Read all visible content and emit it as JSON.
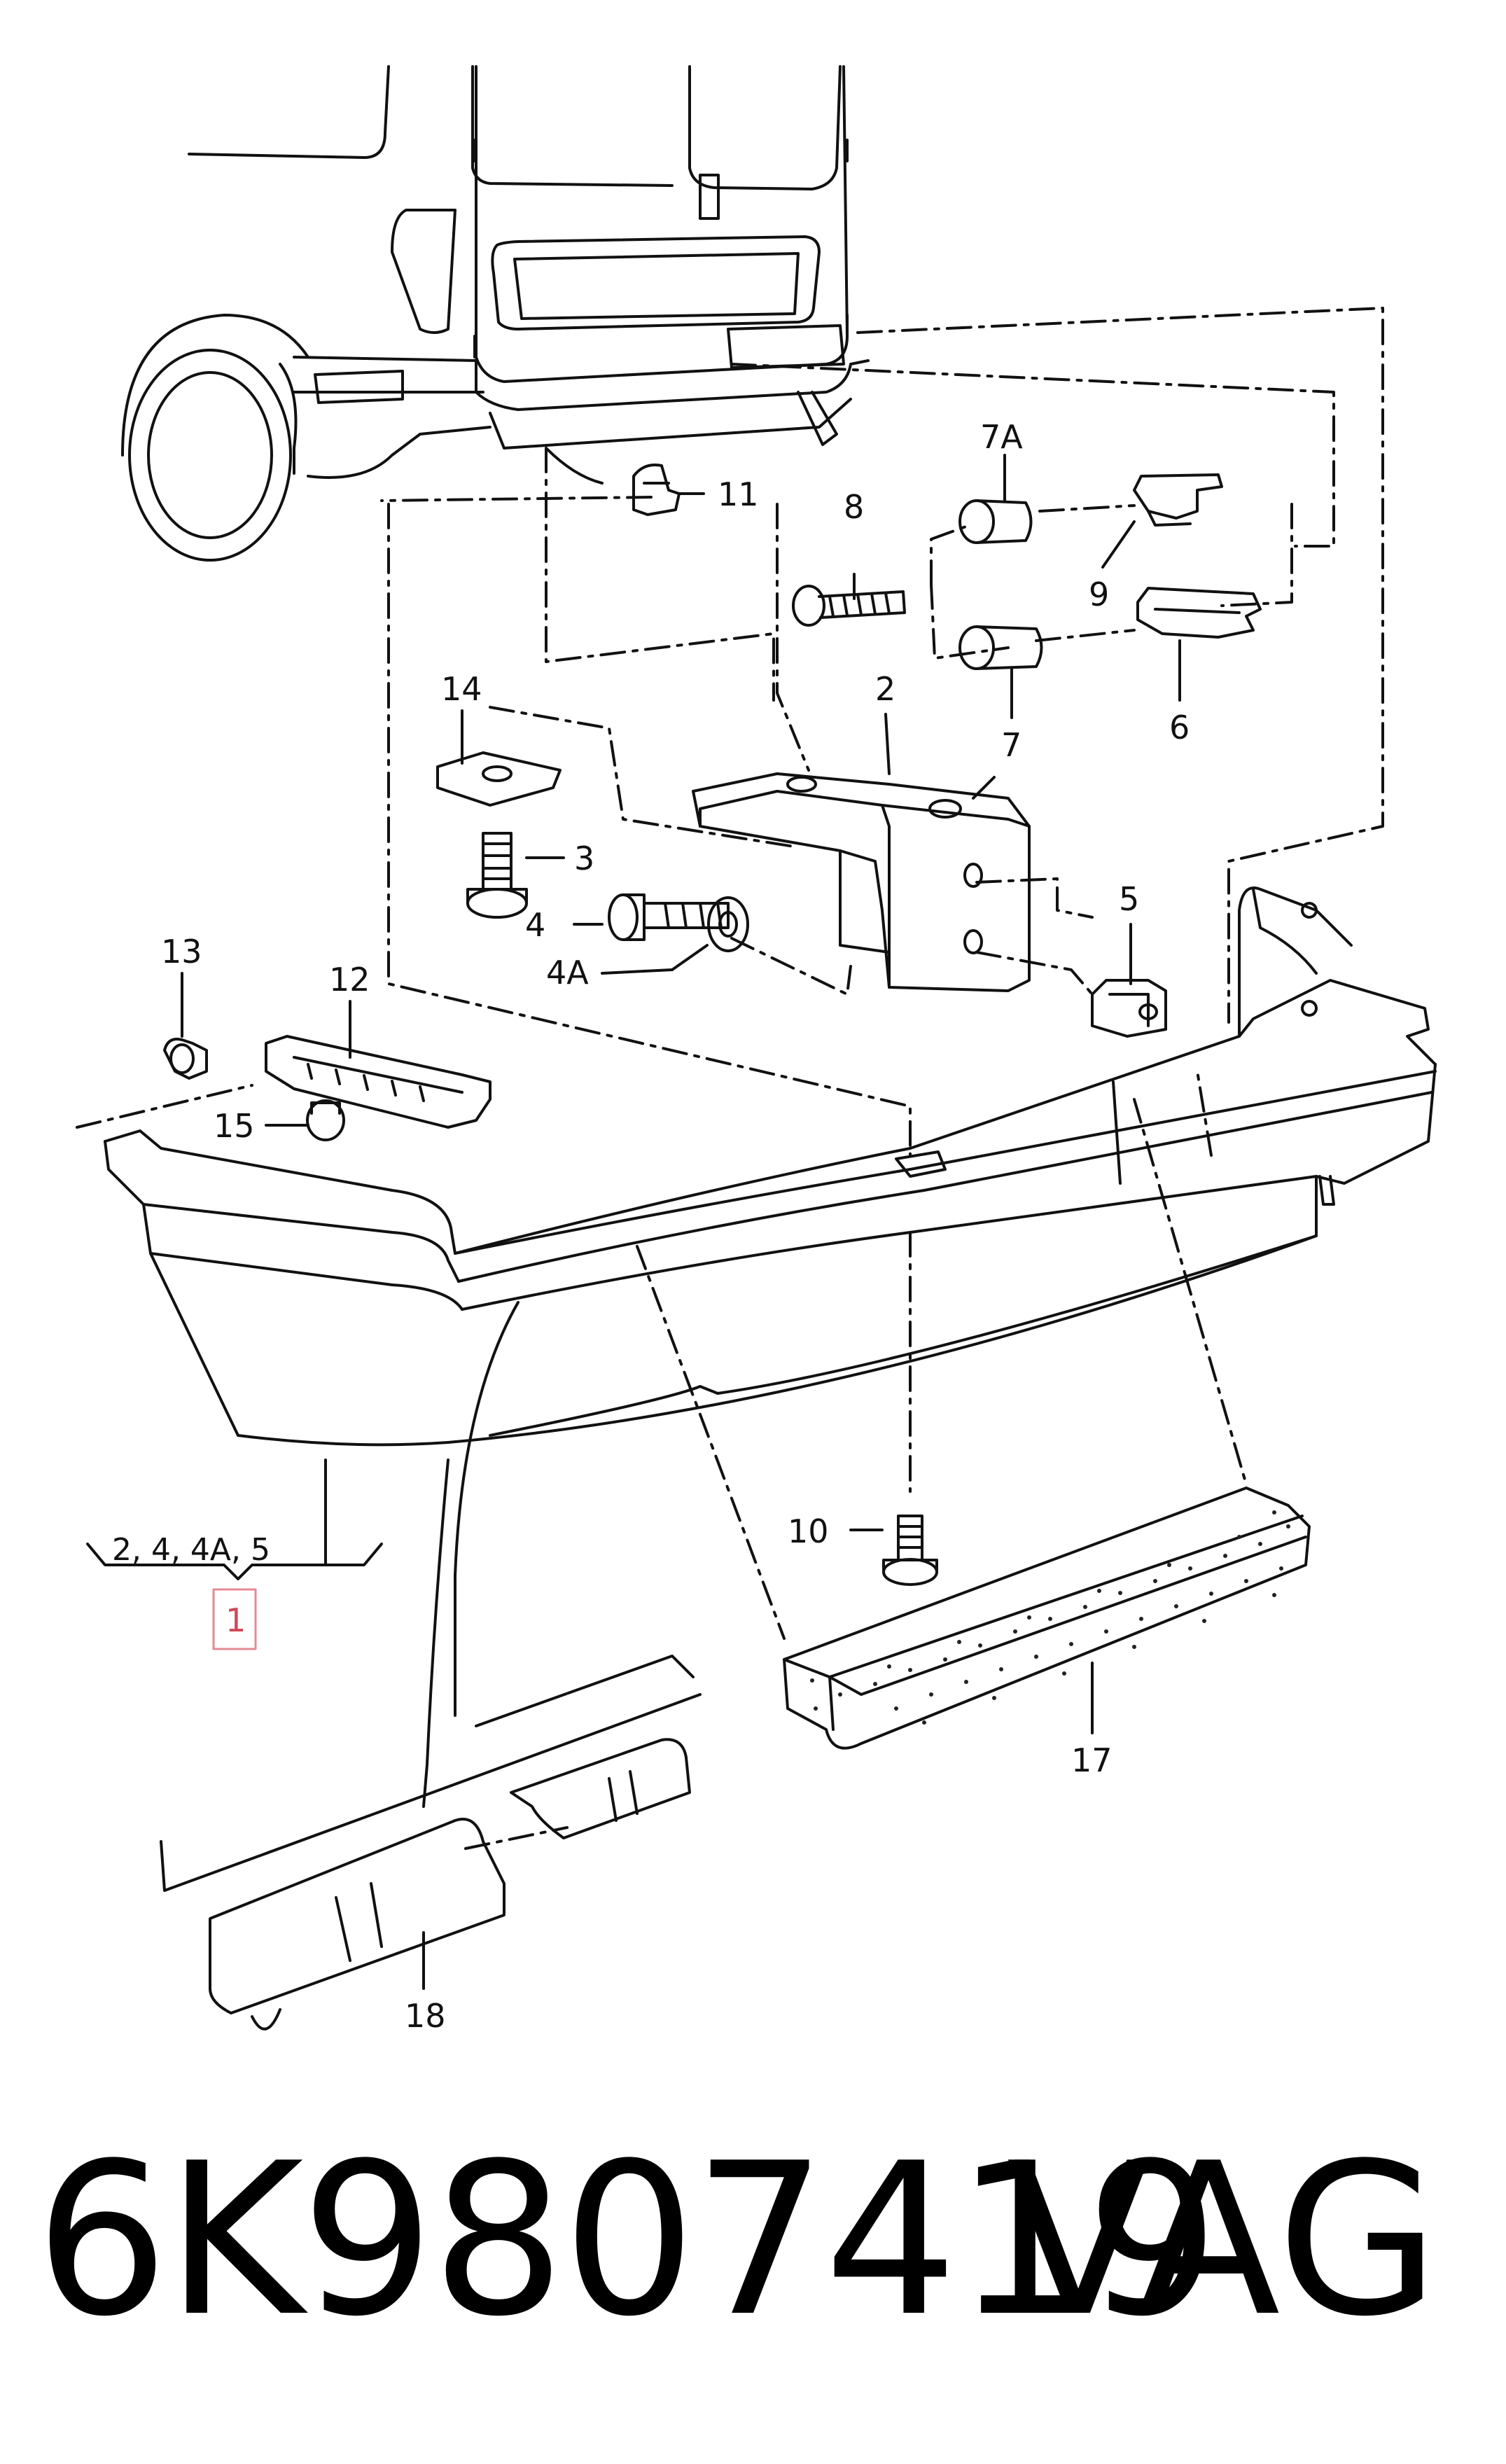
{
  "diagram": {
    "callouts": [
      {
        "id": "1",
        "label": "1",
        "highlighted": true
      },
      {
        "id": "2",
        "label": "2"
      },
      {
        "id": "3",
        "label": "3"
      },
      {
        "id": "4",
        "label": "4"
      },
      {
        "id": "4A",
        "label": "4A"
      },
      {
        "id": "5",
        "label": "5"
      },
      {
        "id": "6",
        "label": "6"
      },
      {
        "id": "7",
        "label": "7"
      },
      {
        "id": "7A",
        "label": "7A"
      },
      {
        "id": "8",
        "label": "8"
      },
      {
        "id": "9",
        "label": "9"
      },
      {
        "id": "10",
        "label": "10"
      },
      {
        "id": "11",
        "label": "11"
      },
      {
        "id": "12",
        "label": "12"
      },
      {
        "id": "13",
        "label": "13"
      },
      {
        "id": "14",
        "label": "14"
      },
      {
        "id": "15",
        "label": "15"
      },
      {
        "id": "17",
        "label": "17"
      },
      {
        "id": "18",
        "label": "18"
      }
    ],
    "group_label": "2, 4, 4A, 5",
    "highlight_color": "#e58a94"
  },
  "footer": {
    "part_number": "6K9807419",
    "brand": "VAG"
  }
}
